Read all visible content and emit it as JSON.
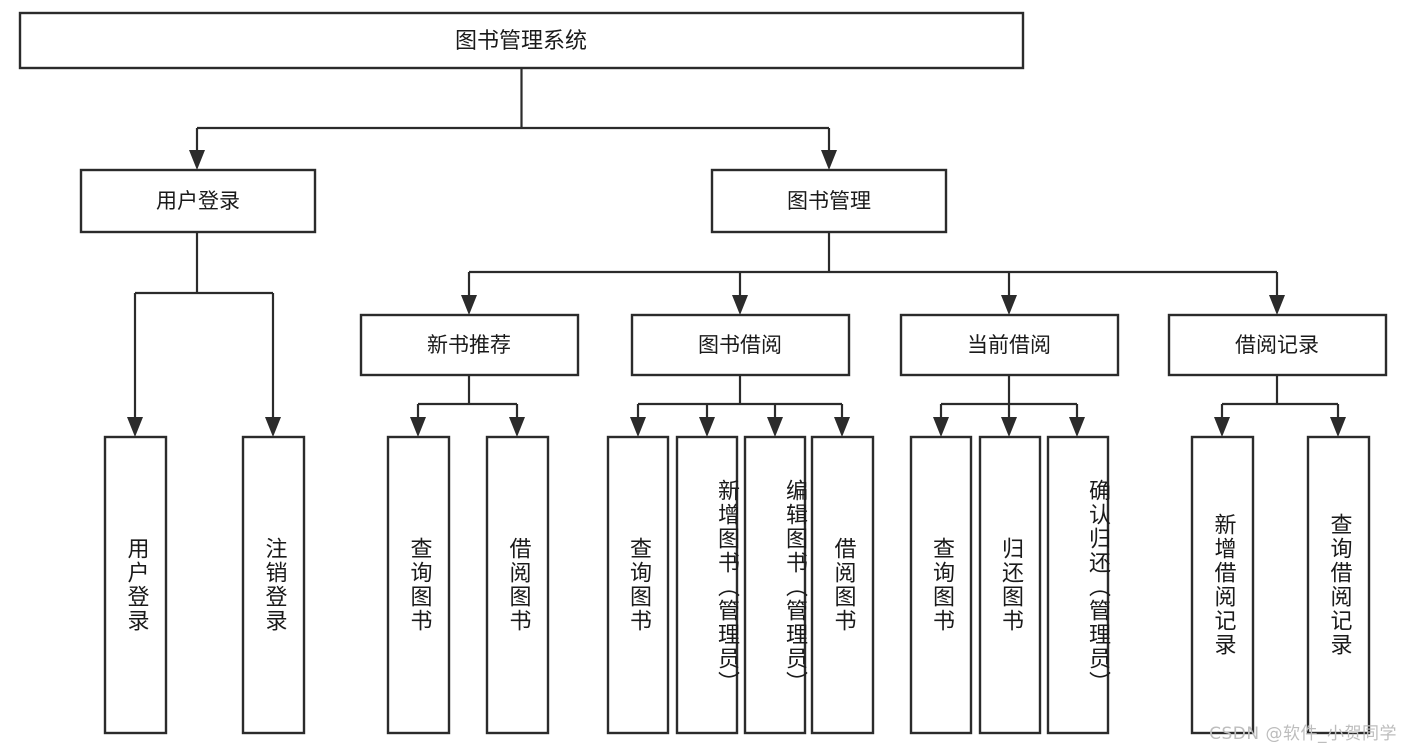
{
  "diagram": {
    "type": "tree",
    "title": "图书管理系统",
    "watermark": "CSDN @软件_小贺同学",
    "root": {
      "id": "root",
      "label": "图书管理系统",
      "orientation": "horizontal"
    },
    "level2": [
      {
        "id": "user-login",
        "label": "用户登录",
        "orientation": "horizontal"
      },
      {
        "id": "book-manage",
        "label": "图书管理",
        "orientation": "horizontal"
      }
    ],
    "level3": [
      {
        "id": "new-book-recommend",
        "label": "新书推荐",
        "orientation": "horizontal",
        "parent": "book-manage"
      },
      {
        "id": "book-borrow",
        "label": "图书借阅",
        "orientation": "horizontal",
        "parent": "book-manage"
      },
      {
        "id": "current-borrow",
        "label": "当前借阅",
        "orientation": "horizontal",
        "parent": "book-manage"
      },
      {
        "id": "borrow-record",
        "label": "借阅记录",
        "orientation": "horizontal",
        "parent": "book-manage"
      }
    ],
    "leaves": [
      {
        "id": "leaf-user-login",
        "label": "用户登录",
        "orientation": "vertical",
        "parent": "user-login"
      },
      {
        "id": "leaf-logout",
        "label": "注销登录",
        "orientation": "vertical",
        "parent": "user-login"
      },
      {
        "id": "leaf-query-book-1",
        "label": "查询图书",
        "orientation": "vertical",
        "parent": "new-book-recommend"
      },
      {
        "id": "leaf-borrow-book-1",
        "label": "借阅图书",
        "orientation": "vertical",
        "parent": "new-book-recommend"
      },
      {
        "id": "leaf-query-book-2",
        "label": "查询图书",
        "orientation": "vertical",
        "parent": "book-borrow"
      },
      {
        "id": "leaf-add-book",
        "label": "新增图书（管理员）",
        "orientation": "vertical",
        "parent": "book-borrow"
      },
      {
        "id": "leaf-edit-book",
        "label": "编辑图书（管理员）",
        "orientation": "vertical",
        "parent": "book-borrow"
      },
      {
        "id": "leaf-borrow-book-2",
        "label": "借阅图书",
        "orientation": "vertical",
        "parent": "book-borrow"
      },
      {
        "id": "leaf-query-book-3",
        "label": "查询图书",
        "orientation": "vertical",
        "parent": "current-borrow"
      },
      {
        "id": "leaf-return-book",
        "label": "归还图书",
        "orientation": "vertical",
        "parent": "current-borrow"
      },
      {
        "id": "leaf-confirm-return",
        "label": "确认归还（管理员）",
        "orientation": "vertical",
        "parent": "current-borrow"
      },
      {
        "id": "leaf-add-record",
        "label": "新增借阅记录",
        "orientation": "vertical",
        "parent": "borrow-record"
      },
      {
        "id": "leaf-query-record",
        "label": "查询借阅记录",
        "orientation": "vertical",
        "parent": "borrow-record"
      }
    ],
    "colors": {
      "stroke": "#2b2b2b",
      "fill": "#ffffff",
      "text": "#1a1a1a",
      "watermark": "#bdbdbd"
    }
  }
}
